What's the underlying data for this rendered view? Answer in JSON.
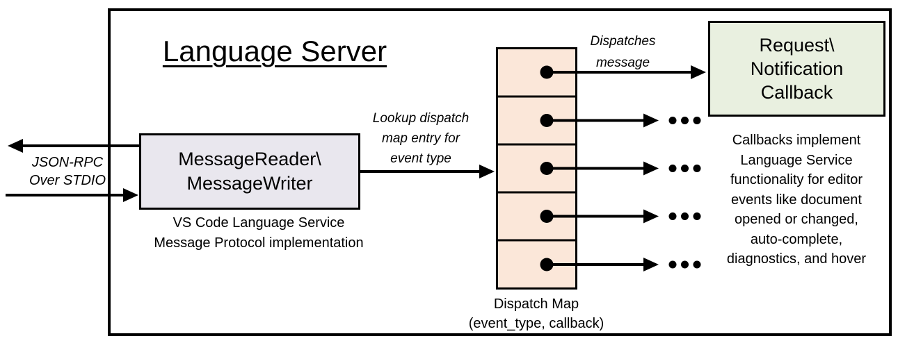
{
  "title": "Language Server",
  "io_label": "JSON-RPC\nOver STDIO",
  "message_box": {
    "label": "MessageReader\\\nMessageWriter",
    "caption": "VS Code Language Service\nMessage Protocol implementation"
  },
  "lookup_label": "Lookup dispatch\nmap entry for\nevent type",
  "dispatches_label": "Dispatches\nmessage",
  "callback_box": {
    "label": "Request\\\nNotification\nCallback"
  },
  "callback_note": "Callbacks implement\nLanguage Service\nfunctionality for editor\nevents like document\nopened or changed,\nauto-complete,\ndiagnostics, and hover",
  "dispatch_map": {
    "caption": "Dispatch Map\n(event_type, callback)",
    "rows": 5
  },
  "icons": {
    "entry_dot": "filled-circle",
    "arrowhead": "solid-right-triangle",
    "ellipsis": "..."
  },
  "colors": {
    "outline": "#000000",
    "message_box_fill": "#e9e7ee",
    "dispatch_map_fill": "#fbe7d9",
    "callback_box_fill": "#e9f0e0",
    "arrow": "#000000",
    "text": "#000000",
    "background": "#ffffff"
  }
}
